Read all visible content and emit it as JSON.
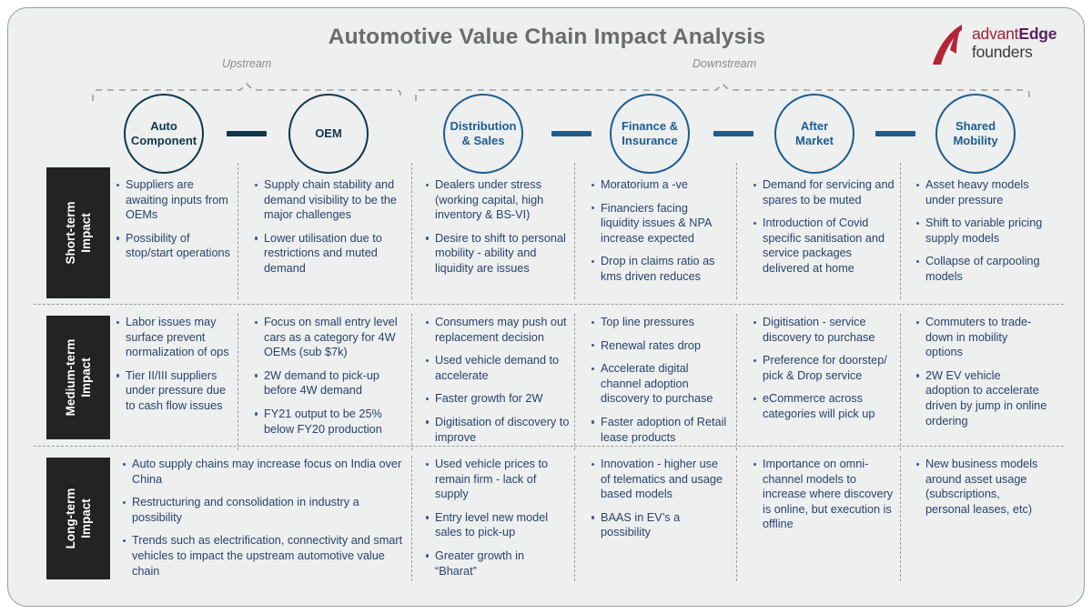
{
  "page": {
    "title": "Automotive Value Chain Impact Analysis",
    "background_color": "#eeefef",
    "text_color": "#28436e"
  },
  "logo": {
    "name": "advantEdge founders",
    "word_part1": "advant",
    "word_part2": "Edge",
    "word_line2": "founders",
    "color_part1": "#a62131",
    "color_part2": "#5b2160",
    "color_line2": "#3a3a3a",
    "mark_color": "#b42436"
  },
  "brackets": [
    {
      "label": "Upstream"
    },
    {
      "label": "Downstream"
    }
  ],
  "nodes": [
    {
      "label": "Auto Component",
      "line1": "Auto",
      "line2": "Component",
      "group": "upstream",
      "color": "#11374d"
    },
    {
      "label": "OEM",
      "line1": "OEM",
      "line2": "",
      "group": "upstream",
      "color": "#11374d"
    },
    {
      "label": "Distribution & Sales",
      "line1": "Distribution",
      "line2": "& Sales",
      "group": "downstream",
      "color": "#1b5d93"
    },
    {
      "label": "Finance & Insurance",
      "line1": "Finance &",
      "line2": "Insurance",
      "group": "downstream",
      "color": "#1b5d93"
    },
    {
      "label": "After Market",
      "line1": "After",
      "line2": "Market",
      "group": "downstream",
      "color": "#1b5d93"
    },
    {
      "label": "Shared Mobility",
      "line1": "Shared",
      "line2": "Mobility",
      "group": "downstream",
      "color": "#1b5d93"
    }
  ],
  "rows": [
    {
      "label_line1": "Short-term",
      "label_line2": "Impact"
    },
    {
      "label_line1": "Medium-term",
      "label_line2": "Impact"
    },
    {
      "label_line1": "Long-term",
      "label_line2": "Impact"
    }
  ],
  "matrix": {
    "short_term": {
      "auto_component": [
        "Suppliers are awaiting inputs from OEMs",
        "Possibility of stop/start operations"
      ],
      "oem": [
        "Supply chain stability and demand visibility to be the major challenges",
        "Lower utilisation due to restrictions and muted demand"
      ],
      "distribution_sales": [
        "Dealers under stress (working capital, high inventory &  BS-VI)",
        "Desire to shift to personal mobility - ability and liquidity are issues"
      ],
      "finance_insurance": [
        "Moratorium a -ve",
        "Financiers facing liquidity issues & NPA increase expected",
        "Drop in claims ratio as kms driven reduces"
      ],
      "after_market": [
        "Demand for servicing and spares to be muted",
        "Introduction of Covid specific sanitisation and service packages delivered at home"
      ],
      "shared_mobility": [
        "Asset heavy models under pressure",
        "Shift to variable pricing supply models",
        "Collapse of carpooling models"
      ]
    },
    "medium_term": {
      "auto_component": [
        "Labor issues may surface prevent normalization of ops",
        "Tier II/III suppliers under pressure due to cash flow issues"
      ],
      "oem": [
        "Focus on small entry level cars as a category for 4W OEMs (sub $7k)",
        "2W demand to pick-up before 4W demand",
        "FY21 output to be 25% below FY20 production"
      ],
      "distribution_sales": [
        "Consumers may push out replacement decision",
        "Used vehicle demand to accelerate",
        "Faster growth for 2W",
        "Digitisation of discovery to improve"
      ],
      "finance_insurance": [
        "Top line pressures",
        "Renewal rates drop",
        "Accelerate digital channel adoption discovery to purchase",
        "Faster adoption of Retail lease products"
      ],
      "after_market": [
        "Digitisation - service discovery to purchase",
        "Preference for doorstep/ pick & Drop service",
        "eCommerce across categories will pick up"
      ],
      "shared_mobility": [
        "Commuters to trade-down in mobility options",
        "2W EV vehicle adoption to accelerate driven by jump in online ordering"
      ]
    },
    "long_term": {
      "upstream_merged": [
        "Auto supply chains may increase focus on India over China",
        "Restructuring and consolidation in industry a possibility",
        "Trends such as electrification, connectivity and smart vehicles to impact the upstream automotive value chain"
      ],
      "distribution_sales": [
        "Used vehicle prices to remain firm - lack of supply",
        "Entry level new model sales to pick-up",
        "Greater growth in “Bharat”"
      ],
      "finance_insurance": [
        "Innovation - higher use of telematics and usage based models",
        "BAAS in EV’s a possibility"
      ],
      "after_market": [
        "Importance on omni-channel models to increase where discovery is online, but execution is offline"
      ],
      "shared_mobility": [
        "New business models around asset usage (subscriptions, personal leases, etc)"
      ]
    }
  }
}
